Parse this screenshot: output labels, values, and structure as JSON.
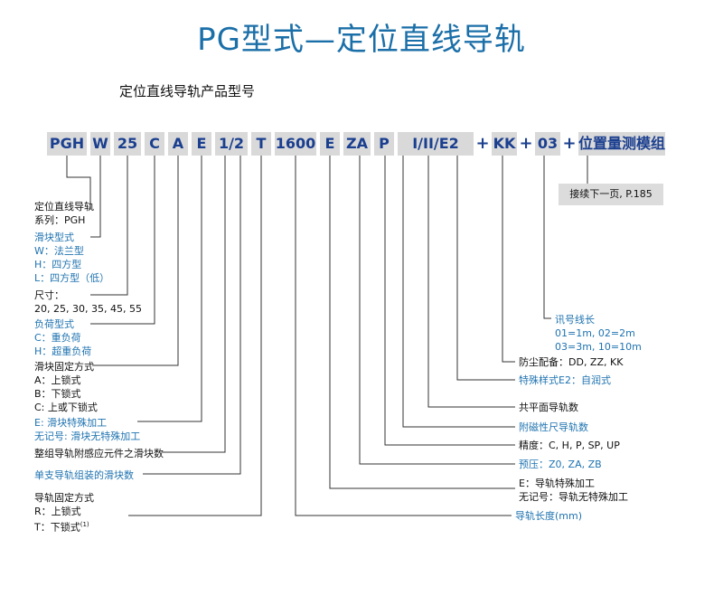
{
  "title": "PG型式—定位直线导轨",
  "subtitle": "定位直线导轨产品型号",
  "code_segments": [
    "PGH",
    "W",
    "25",
    "C",
    "A",
    "E",
    "1/2",
    "T",
    "1600",
    "E",
    "ZA",
    "P",
    "I/II/E2",
    "KK",
    "03",
    "位置量测模组"
  ],
  "plus_sign": "+",
  "note": "接续下一页, P.185",
  "left_labels": {
    "series": [
      "定位直线导轨",
      "系列：PGH"
    ],
    "block_type": [
      "滑块型式",
      "W：法兰型",
      "H：四方型",
      "L：四方型（低）"
    ],
    "size": [
      "尺寸：",
      "20, 25, 30, 35, 45, 55"
    ],
    "load_type": [
      "负荷型式",
      "C：重负荷",
      "H：超重负荷"
    ],
    "block_mount": [
      "滑块固定方式",
      "A：上锁式",
      "B：下锁式",
      "C: 上或下锁式"
    ],
    "block_special": [
      "E: 滑块特殊加工",
      "无记号: 滑块无特殊加工"
    ],
    "sensor_blocks": [
      "整组导轨附感应元件之滑块数"
    ],
    "single_blocks": [
      "单支导轨组装的滑块数"
    ],
    "rail_mount": [
      "导轨固定方式",
      "R：上锁式",
      "T：下锁式"
    ],
    "rail_mount_footnote": "(1)"
  },
  "right_labels": {
    "cable_length": [
      "讯号线长",
      "01=1m, 02=2m",
      "03=3m, 10=10m"
    ],
    "dust": [
      "防尘配备：DD, ZZ, KK"
    ],
    "special_style": [
      "特殊样式E2：自润式"
    ],
    "common_plane": [
      "共平面导轨数"
    ],
    "magnetic_scale": [
      "附磁性尺导轨数"
    ],
    "accuracy": [
      "精度：C, H, P, SP, UP"
    ],
    "preload": [
      "预压：Z0, ZA, ZB"
    ],
    "rail_special": [
      "E：导轨特殊加工",
      "无记号：导轨无特殊加工"
    ],
    "rail_length": [
      "导轨长度(mm)"
    ]
  }
}
